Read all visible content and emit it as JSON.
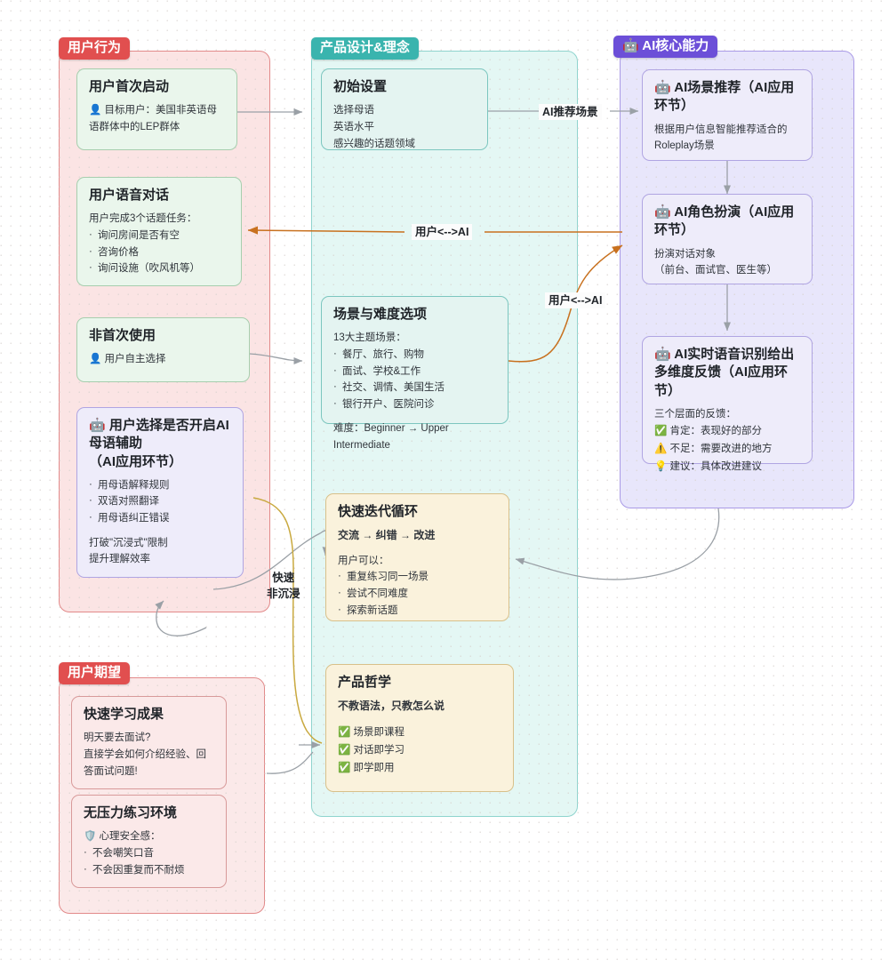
{
  "lanes": [
    {
      "key": "user_behavior",
      "label": "用户行为",
      "color": "#e14f4f",
      "bg": "#fbe4e4",
      "border": "#e28a8a"
    },
    {
      "key": "product_design",
      "label": "产品设计&理念",
      "color": "#3ab4ae",
      "bg": "#e4f7f4",
      "border": "#8fd4ce"
    },
    {
      "key": "ai_core",
      "label": "🤖 AI核心能力",
      "color": "#6c4fd8",
      "bg": "#e8e6fb",
      "border": "#a99ae6"
    },
    {
      "key": "user_expect",
      "label": "用户期望",
      "color": "#e14f4f",
      "bg": "#fbe9e9",
      "border": "#e28a8a"
    }
  ],
  "nodes": {
    "first_launch": {
      "title": "用户首次启动",
      "lines": [
        "👤 目标用户：美国非英语母语群体中的LEP群体"
      ],
      "bg": "#eaf6ec",
      "border": "#a7ceae"
    },
    "voice_dialog": {
      "title": "用户语音对话",
      "intro": "用户完成3个话题任务：",
      "bullets": [
        "询问房间是否有空",
        "咨询价格",
        "询问设施（吹风机等）"
      ],
      "bg": "#eaf6ec",
      "border": "#a7ceae"
    },
    "repeat_use": {
      "title": "非首次使用",
      "lines": [
        "👤 用户自主选择"
      ],
      "bg": "#eaf6ec",
      "border": "#a7ceae"
    },
    "native_assist": {
      "title": "🤖 用户选择是否开启AI母语辅助\n（AI应用环节）",
      "bullets": [
        "用母语解释规则",
        "双语对照翻译",
        "用母语纠正错误"
      ],
      "tail": [
        "打破\"沉浸式\"限制",
        "提升理解效率"
      ],
      "bg": "#eeecfa",
      "border": "#b0a5e2"
    },
    "initial_setup": {
      "title": "初始设置",
      "lines": [
        "选择母语",
        "英语水平",
        "感兴趣的话题领域"
      ],
      "bg": "#e4f4f1",
      "border": "#7cc6bf"
    },
    "scene_difficulty": {
      "title": "场景与难度选项",
      "intro": "13大主题场景：",
      "bullets": [
        "餐厅、旅行、购物",
        "面试、学校&工作",
        "社交、调情、美国生活",
        "银行开户、医院问诊"
      ],
      "tail": [
        "难度：Beginner → Upper Intermediate"
      ],
      "bg": "#e4f4f1",
      "border": "#7cc6bf"
    },
    "fast_iteration": {
      "title": "快速迭代循环",
      "subtitle": "交流 → 纠错 → 改进",
      "intro": "用户可以：",
      "bullets": [
        "重复练习同一场景",
        "尝试不同难度",
        "探索新话题"
      ],
      "bg": "#faf2dc",
      "border": "#dcc municipal"
    },
    "philosophy": {
      "title": "产品哲学",
      "subtitle": "不教语法，只教怎么说",
      "checks": [
        "场景即课程",
        "对话即学习",
        "即学即用"
      ],
      "bg": "#faf2dc",
      "border": "#d8c08a"
    },
    "ai_scene_rec": {
      "title": "🤖 AI场景推荐（AI应用环节）",
      "lines": [
        "根据用户信息智能推荐适合的Roleplay场景"
      ],
      "bg": "#eeecfa",
      "border": "#b0a5e2"
    },
    "ai_roleplay": {
      "title": "🤖 AI角色扮演（AI应用环节）",
      "lines": [
        "扮演对话对象",
        "（前台、面试官、医生等）"
      ],
      "bg": "#eeecfa",
      "border": "#b0a5e2"
    },
    "ai_feedback": {
      "title": "🤖 AI实时语音识别给出多维度反馈（AI应用环节）",
      "intro": "三个层面的反馈：",
      "checks3": [
        "✅ 肯定：表现好的部分",
        "⚠️ 不足：需要改进的地方",
        "💡 建议：具体改进建议"
      ],
      "bg": "#eeecfa",
      "border": "#b0a5e2"
    },
    "fast_result": {
      "title": "快速学习成果",
      "lines": [
        "明天要去面试?",
        "直接学会如何介绍经验、回答面试问题!"
      ],
      "bg": "#fbe9e9",
      "border": "#d89a9a"
    },
    "no_pressure": {
      "title": "无压力练习环境",
      "intro": "🛡️ 心理安全感：",
      "bullets": [
        "不会嘲笑口音",
        "不会因重复而不耐烦"
      ],
      "bg": "#fbe9e9",
      "border": "#d89a9a"
    }
  },
  "edge_labels": {
    "ai_recommend": "AI推荐场景",
    "user_ai_top": "用户<-->AI",
    "user_ai_mid": "用户<-->AI",
    "fast_non_immersive": "快速\n非沉浸"
  },
  "colors": {
    "edge_gray": "#9aa0a6",
    "edge_orange": "#c8711f",
    "edge_gold": "#c9a93f",
    "page_bg": "#ffffff"
  }
}
